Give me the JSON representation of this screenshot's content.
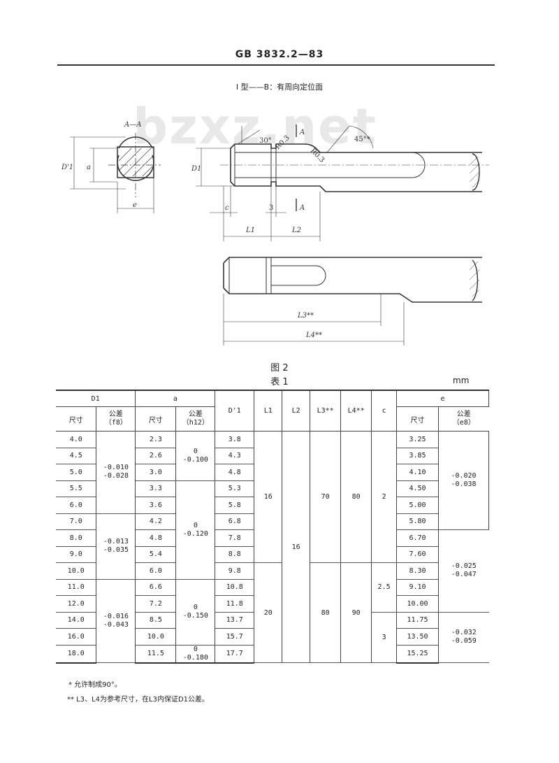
{
  "header": {
    "title": "GB 3832.2—83"
  },
  "figure": {
    "type_title": "I 型——B：有周向定位面",
    "section_label": "A—A",
    "watermark": "bzxz.net",
    "labels": {
      "d1_prime": "D'1",
      "a": "a",
      "e": "e",
      "d1": "D1",
      "c": "c",
      "three": "3",
      "l1": "L1",
      "l2": "L2",
      "l3": "L3**",
      "l4": "L4**",
      "angle30": "30°",
      "angle45": "45°*",
      "r1": "R0.3",
      "r2": "R0.3",
      "sec_a_top": "A",
      "sec_a_bottom": "A"
    },
    "caption": "图 2"
  },
  "table": {
    "caption": "表 1",
    "unit": "mm",
    "group_headers": {
      "d1": "D1",
      "a": "a",
      "e": "e"
    },
    "subheaders": {
      "d1_size": "尺寸",
      "d1_tol": "公差\n（f8）",
      "a_size": "尺寸",
      "a_tol": "公差\n（h12）",
      "d1p": "D'1",
      "l1": "L1",
      "l2": "L2",
      "l3": "L3**",
      "l4": "L4**",
      "c": "c",
      "e_size": "尺寸",
      "e_tol": "公差\n（e8）"
    },
    "d1_size": [
      "4.0",
      "4.5",
      "5.0",
      "5.5",
      "6.0",
      "7.0",
      "8.0",
      "9.0",
      "10.0",
      "11.0",
      "12.0",
      "14.0",
      "16.0",
      "18.0"
    ],
    "d1_tol": [
      "-0.010\n-0.028",
      "-0.013\n-0.035",
      "-0.016\n-0.043"
    ],
    "a_size": [
      "2.3",
      "2.6",
      "3.0",
      "3.3",
      "3.6",
      "4.2",
      "4.8",
      "5.4",
      "6.0",
      "6.6",
      "7.2",
      "8.5",
      "10.0",
      "11.5"
    ],
    "a_tol": [
      "0\n-0.100",
      "0\n-0.120",
      "0\n-0.150",
      "0\n-0.180"
    ],
    "d1p": [
      "3.8",
      "4.3",
      "4.8",
      "5.3",
      "5.8",
      "6.8",
      "7.8",
      "8.8",
      "9.8",
      "10.8",
      "11.8",
      "13.7",
      "15.7",
      "17.7"
    ],
    "l1": [
      "16",
      "20"
    ],
    "l2": [
      "16"
    ],
    "l3": [
      "70",
      "80"
    ],
    "l4": [
      "80",
      "90"
    ],
    "c": [
      "2",
      "2.5",
      "3"
    ],
    "e_size": [
      "3.25",
      "3.85",
      "4.10",
      "4.50",
      "5.00",
      "5.80",
      "6.70",
      "7.60",
      "8.30",
      "9.10",
      "10.00",
      "11.75",
      "13.50",
      "15.25"
    ],
    "e_tol": [
      "-0.020\n-0.038",
      "-0.025\n-0.047",
      "-0.032\n-0.059"
    ]
  },
  "footnotes": {
    "note1": "* 允许制成90°。",
    "note2": "** L3、L4为参考尺寸，在L3内保证D1公差。"
  }
}
